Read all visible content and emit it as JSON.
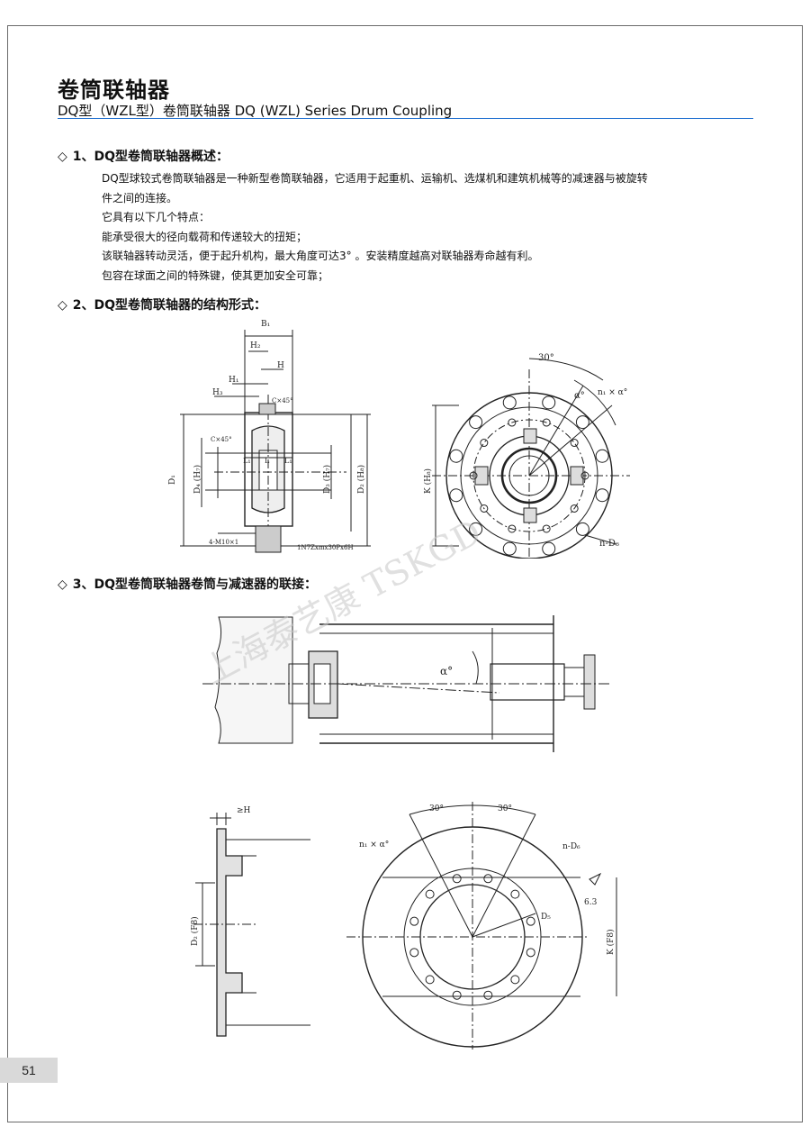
{
  "header": {
    "title": "卷筒联轴器",
    "subtitle": "DQ型（WZL型）卷筒联轴器 DQ (WZL) Series Drum Coupling"
  },
  "sections": [
    {
      "marker": "◇",
      "heading": "1、DQ型卷筒联轴器概述："
    },
    {
      "marker": "◇",
      "heading": "2、DQ型卷筒联轴器的结构形式："
    },
    {
      "marker": "◇",
      "heading": "3、DQ型卷筒联轴器卷筒与减速器的联接："
    }
  ],
  "overview": {
    "lines": [
      "DQ型球铰式卷筒联轴器是一种新型卷筒联轴器，它适用于起重机、运输机、选煤机和建筑机械等的减速器与被旋转",
      "件之间的连接。",
      "它具有以下几个特点：",
      "能承受很大的径向载荷和传递较大的扭矩；",
      "该联轴器转动灵活，便于起升机构，最大角度可达3°  。安装精度越高对联轴器寿命越有利。",
      "包容在球面之间的特殊键，使其更加安全可靠；"
    ]
  },
  "diagram1": {
    "labels": {
      "b1": "B₁",
      "h2": "H₂",
      "h": "H",
      "h1": "H₁",
      "h3": "H₃",
      "c45": "C×45°",
      "c45b": "C×45°",
      "l1a": "L₁",
      "l": "L",
      "l1b": "L₁",
      "d1": "D₁",
      "d4": "D₄ (H₇)",
      "d3": "D₃ (H₇)",
      "d2": "D₂ (H₈)",
      "m10": "4-M10×1",
      "spline": "1N7Zxmx30Px6H"
    }
  },
  "diagram2": {
    "labels": {
      "angle": "30°",
      "alpha": "α°",
      "nalpha": "n₁ × α°",
      "k": "K (H₈)",
      "nd": "n-D₆"
    }
  },
  "diagram3": {
    "labels": {
      "alpha": "α°"
    }
  },
  "diagram4": {
    "labels": {
      "h": "≥H",
      "d2": "D₂ (F8)"
    }
  },
  "diagram5": {
    "labels": {
      "a1": "30°",
      "a2": "30°",
      "nalpha": "n₁ × α°",
      "nd": "n-D₆",
      "d5": "D₅",
      "k": "K (F8)",
      "r": "6.3"
    }
  },
  "watermark": {
    "text": "上海泰艺康 TSKGD"
  },
  "page": {
    "number": "51"
  }
}
